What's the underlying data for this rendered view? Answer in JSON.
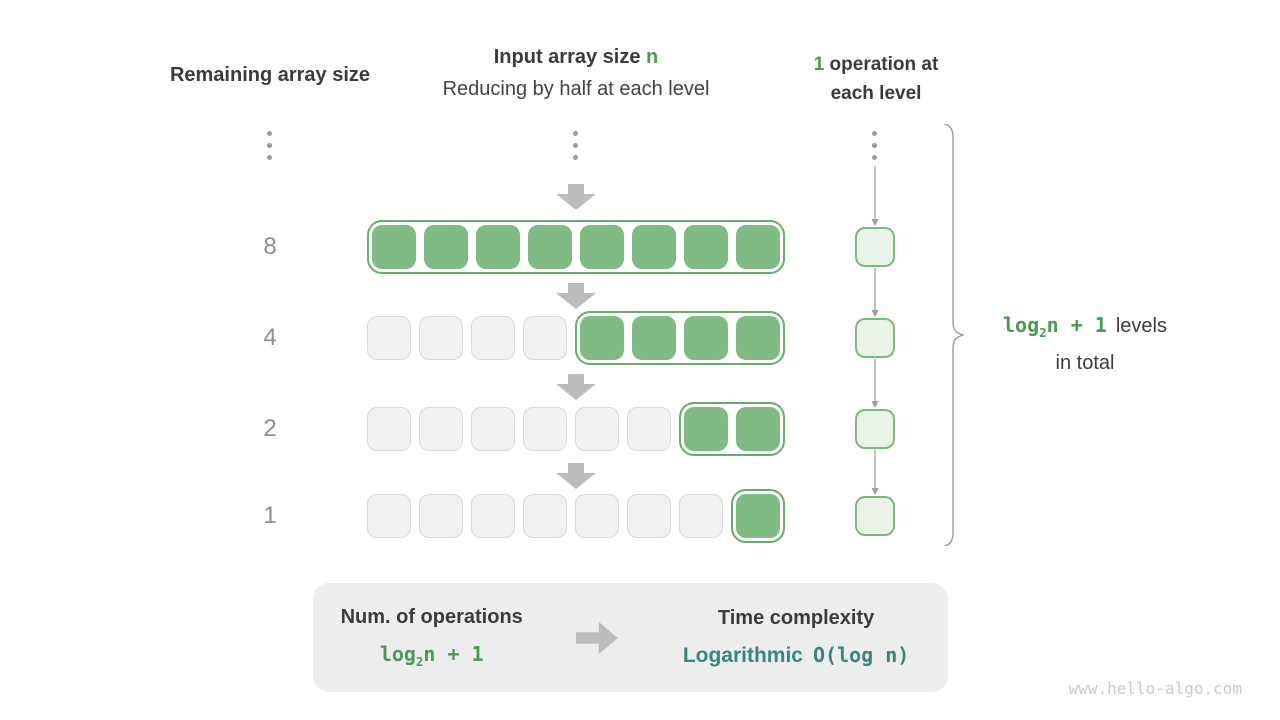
{
  "watermark": "www.hello-algo.com",
  "headers": {
    "left": "Remaining array size",
    "center_prefix": "Input array size ",
    "center_n": "n",
    "center_subtitle": "Reducing by half at each level",
    "right_num": "1",
    "right_rest": " operation at",
    "right_line2": "each level"
  },
  "levels": [
    {
      "label": "8",
      "gray_cells": 0,
      "green_cells": 8
    },
    {
      "label": "4",
      "gray_cells": 4,
      "green_cells": 4
    },
    {
      "label": "2",
      "gray_cells": 6,
      "green_cells": 2
    },
    {
      "label": "1",
      "gray_cells": 7,
      "green_cells": 1
    }
  ],
  "brace_note": {
    "formula_log": "log",
    "formula_sub": "2",
    "formula_rest": "n + 1",
    "line1_text": "levels",
    "line2_text": "in total"
  },
  "summary": {
    "left_title": "Num. of operations",
    "formula_log": "log",
    "formula_sub": "2",
    "formula_rest": "n + 1",
    "right_title": "Time complexity",
    "complexity_name": "Logarithmic",
    "complexity_big_o": "O(log n)"
  },
  "colors": {
    "green_cell": "#7fbb82",
    "green_border": "#67ac6a",
    "light_green_fill": "#e9f3e7",
    "light_green_border": "#7cb97e",
    "green_text": "#4a9b51",
    "teal_text": "#37877e",
    "gray_cell": "#f1f1f1",
    "gray_cell_border": "#d9d9d9",
    "arrow_gray": "#bcbcbc",
    "label_gray": "#8d8d8d"
  }
}
